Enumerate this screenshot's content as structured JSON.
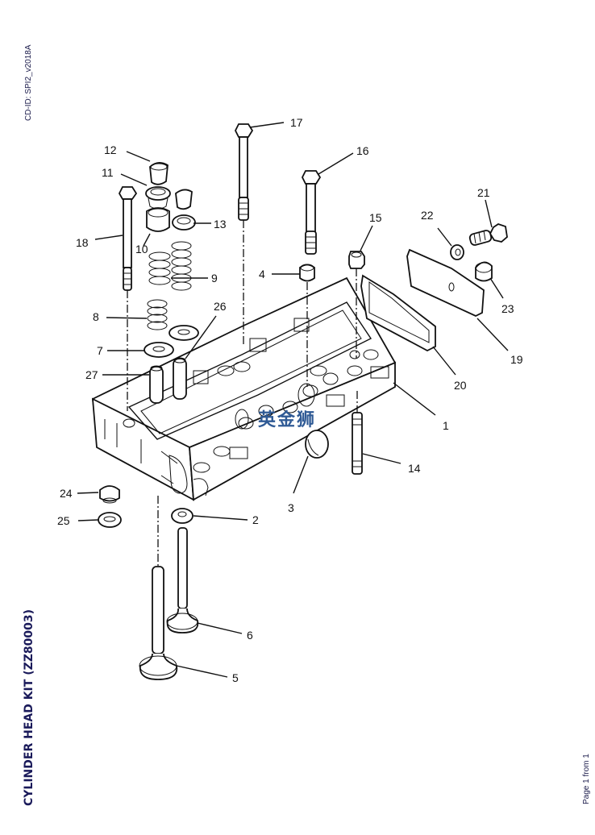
{
  "document": {
    "cd_id": "CD-ID: SPI2_v2018A",
    "title": "CYLINDER HEAD KIT (ZZ80003)",
    "page_indicator": "Page 1 from 1",
    "watermark": "英金狮"
  },
  "callouts": [
    {
      "id": "1",
      "label": "1",
      "part": "cylinder-head"
    },
    {
      "id": "2",
      "label": "2",
      "part": "valve-seat-insert"
    },
    {
      "id": "3",
      "label": "3",
      "part": "core-plug"
    },
    {
      "id": "4",
      "label": "4",
      "part": "injector-seal"
    },
    {
      "id": "5",
      "label": "5",
      "part": "intake-valve"
    },
    {
      "id": "6",
      "label": "6",
      "part": "exhaust-valve"
    },
    {
      "id": "7",
      "label": "7",
      "part": "spring-seat-washer"
    },
    {
      "id": "8",
      "label": "8",
      "part": "outer-valve-spring"
    },
    {
      "id": "9",
      "label": "9",
      "part": "inner-valve-spring"
    },
    {
      "id": "10",
      "label": "10",
      "part": "valve-stem-seal"
    },
    {
      "id": "11",
      "label": "11",
      "part": "spring-retainer"
    },
    {
      "id": "12",
      "label": "12",
      "part": "valve-collet"
    },
    {
      "id": "13",
      "label": "13",
      "part": "spring-retainer-alt"
    },
    {
      "id": "14",
      "label": "14",
      "part": "stud"
    },
    {
      "id": "15",
      "label": "15",
      "part": "nut"
    },
    {
      "id": "16",
      "label": "16",
      "part": "head-bolt-short"
    },
    {
      "id": "17",
      "label": "17",
      "part": "head-bolt-long"
    },
    {
      "id": "18",
      "label": "18",
      "part": "head-bolt-side"
    },
    {
      "id": "19",
      "label": "19",
      "part": "cover-plate"
    },
    {
      "id": "20",
      "label": "20",
      "part": "cover-gasket"
    },
    {
      "id": "21",
      "label": "21",
      "part": "bolt"
    },
    {
      "id": "22",
      "label": "22",
      "part": "spring-washer"
    },
    {
      "id": "23",
      "label": "23",
      "part": "plug"
    },
    {
      "id": "24",
      "label": "24",
      "part": "plug-small"
    },
    {
      "id": "25",
      "label": "25",
      "part": "sealing-washer"
    },
    {
      "id": "26",
      "label": "26",
      "part": "valve-guide-exhaust"
    },
    {
      "id": "27",
      "label": "27",
      "part": "valve-guide-intake"
    }
  ]
}
